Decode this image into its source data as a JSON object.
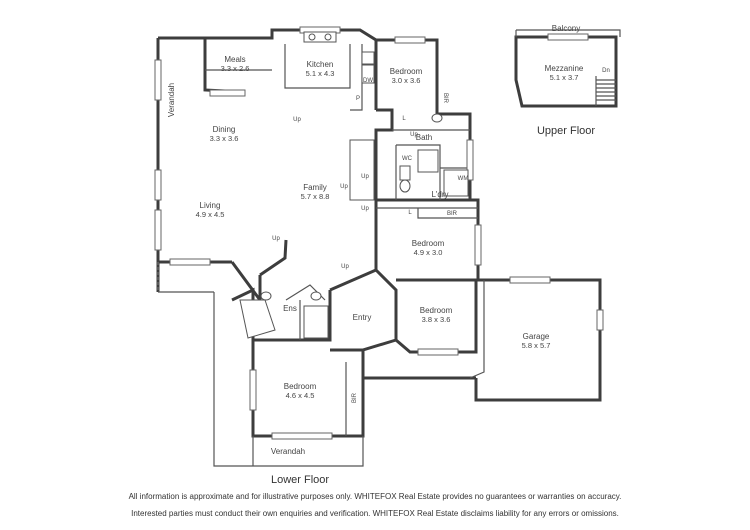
{
  "floors": {
    "lower": "Lower Floor",
    "upper": "Upper Floor"
  },
  "rooms": {
    "meals": {
      "name": "Meals",
      "dims": "3.3 x 2.6"
    },
    "kitchen": {
      "name": "Kitchen",
      "dims": "5.1 x 4.3"
    },
    "bedroom_top": {
      "name": "Bedroom",
      "dims": "3.0 x 3.6"
    },
    "dining": {
      "name": "Dining",
      "dims": "3.3 x 3.6"
    },
    "family": {
      "name": "Family",
      "dims": "5.7 x 8.8"
    },
    "living": {
      "name": "Living",
      "dims": "4.9 x 4.5"
    },
    "bedroom_mid": {
      "name": "Bedroom",
      "dims": "4.9 x 3.0"
    },
    "bedroom_right": {
      "name": "Bedroom",
      "dims": "3.8 x 3.6"
    },
    "garage": {
      "name": "Garage",
      "dims": "5.8 x 5.7"
    },
    "bedroom_main": {
      "name": "Bedroom",
      "dims": "4.6 x 4.5"
    },
    "mezzanine": {
      "name": "Mezzanine",
      "dims": "5.1 x 3.7"
    }
  },
  "labels": {
    "verandah_left": "Verandah",
    "verandah_bottom": "Verandah",
    "balcony": "Balcony",
    "bath": "Bath",
    "laundry": "L'dry",
    "ensuite": "Ens",
    "entry": "Entry",
    "wc": "WC",
    "wm": "WM",
    "dw": "DW",
    "pantry": "P",
    "linen_a": "L",
    "linen_b": "L",
    "bir_top": "BIR",
    "bir_mid": "BIR",
    "bir_main": "BIR",
    "up": "Up",
    "dn": "Dn"
  },
  "disclaimer": {
    "line1": "All information is approximate and for illustrative purposes only. WHITEFOX Real Estate provides no guarantees or warranties on accuracy.",
    "line2": "Interested parties must conduct their own enquiries and verification. WHITEFOX Real Estate disclaims liability for any errors or omissions."
  }
}
